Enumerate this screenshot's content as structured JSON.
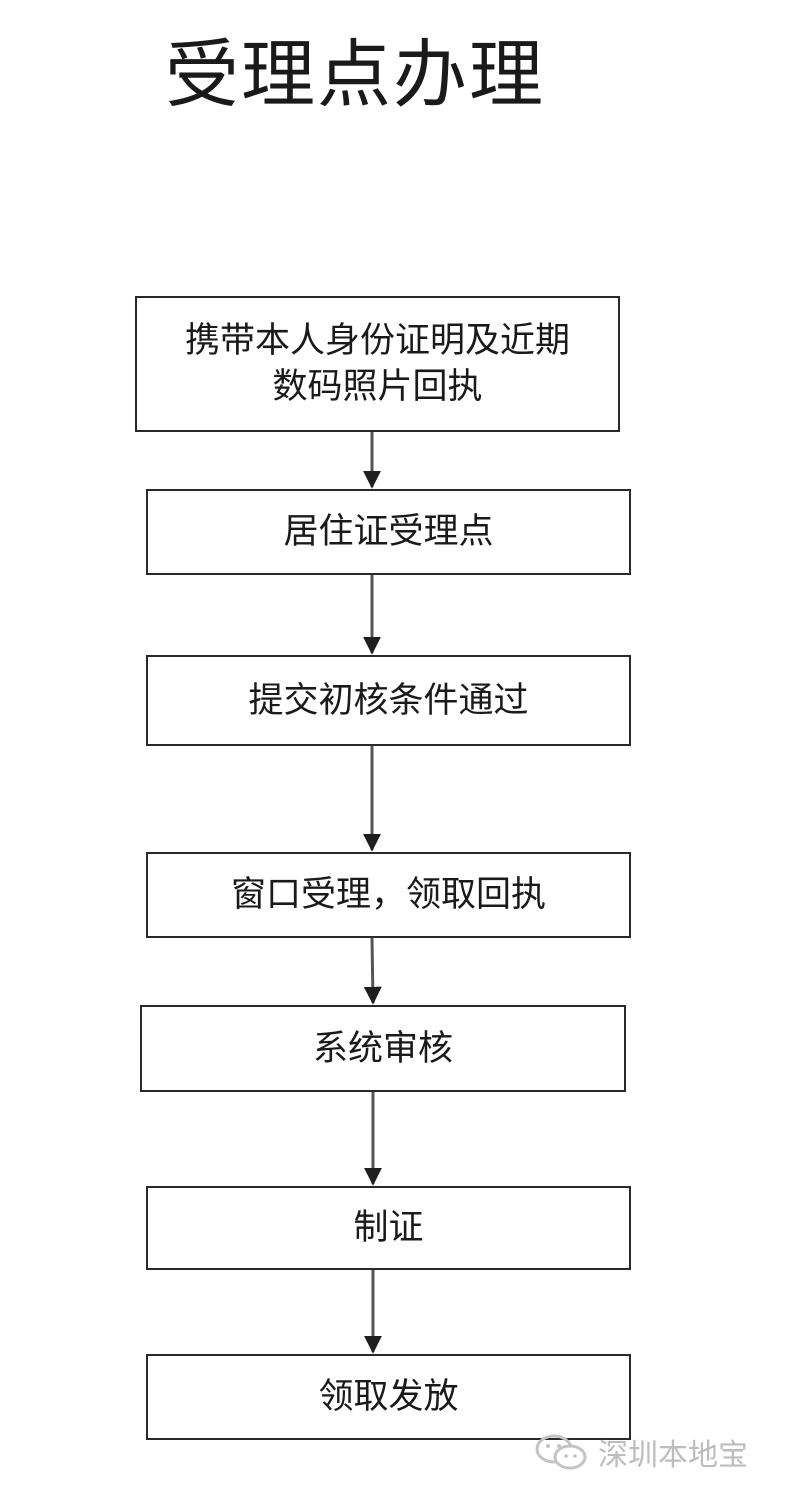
{
  "title": "受理点办理",
  "steps": [
    {
      "line1": "携带本人身份证明及近期",
      "line2": "数码照片回执"
    },
    {
      "line1": "居住证受理点"
    },
    {
      "line1": "提交初核条件通过"
    },
    {
      "line1": "窗口受理，领取回执"
    },
    {
      "line1": "系统审核"
    },
    {
      "line1": "制证"
    },
    {
      "line1": "领取发放"
    }
  ],
  "watermark": {
    "text": "深圳本地宝",
    "icon": "wechat-icon"
  }
}
